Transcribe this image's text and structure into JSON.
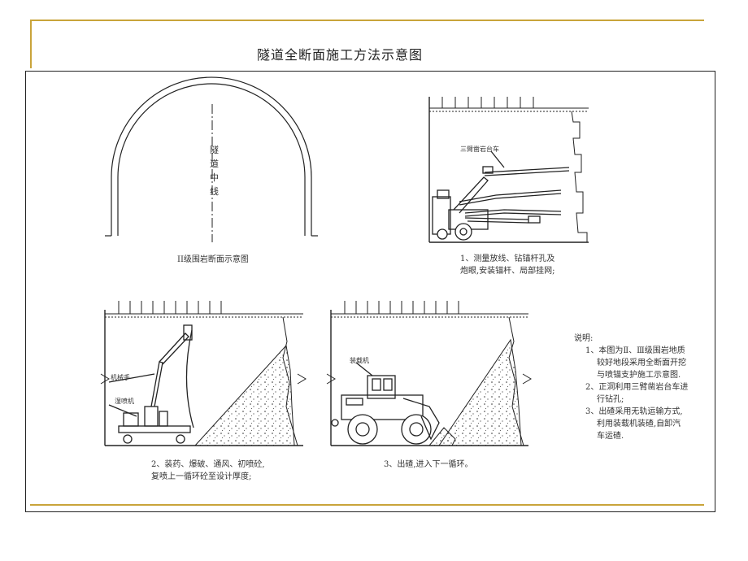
{
  "header": {
    "title": "隧道全断面施工方法示意图"
  },
  "colors": {
    "accent_gold": "#c9a43a",
    "line": "#222222"
  },
  "panels": {
    "section": {
      "vertical_label": [
        "隧",
        "道",
        "中",
        "线"
      ],
      "caption": "II级围岩断面示意图"
    },
    "step1": {
      "callout": "三臂凿岩台车",
      "caption_lines": [
        "1、测量放线、钻锚杆孔及",
        "炮眼,安装锚杆、局部挂网;"
      ]
    },
    "step2": {
      "callout_arm": "机械手",
      "callout_sprayer": "湿喷机",
      "caption_lines": [
        "2、装药、爆破、通风、初喷砼,",
        "复喷上一循环砼至设计厚度;"
      ]
    },
    "step3": {
      "callout": "装载机",
      "caption": "3、出碴,进入下一循环。"
    }
  },
  "notes": {
    "heading": "说明:",
    "lines": [
      "1、本图为Ⅱ、Ⅲ级围岩地质",
      "较好地段采用全断面开挖",
      "与喷锚支护施工示意图.",
      "2、正洞利用三臂凿岩台车进",
      "行钻孔;",
      "3、出碴采用无轨运输方式,",
      "利用装载机装碴,自卸汽",
      "车运碴."
    ]
  }
}
